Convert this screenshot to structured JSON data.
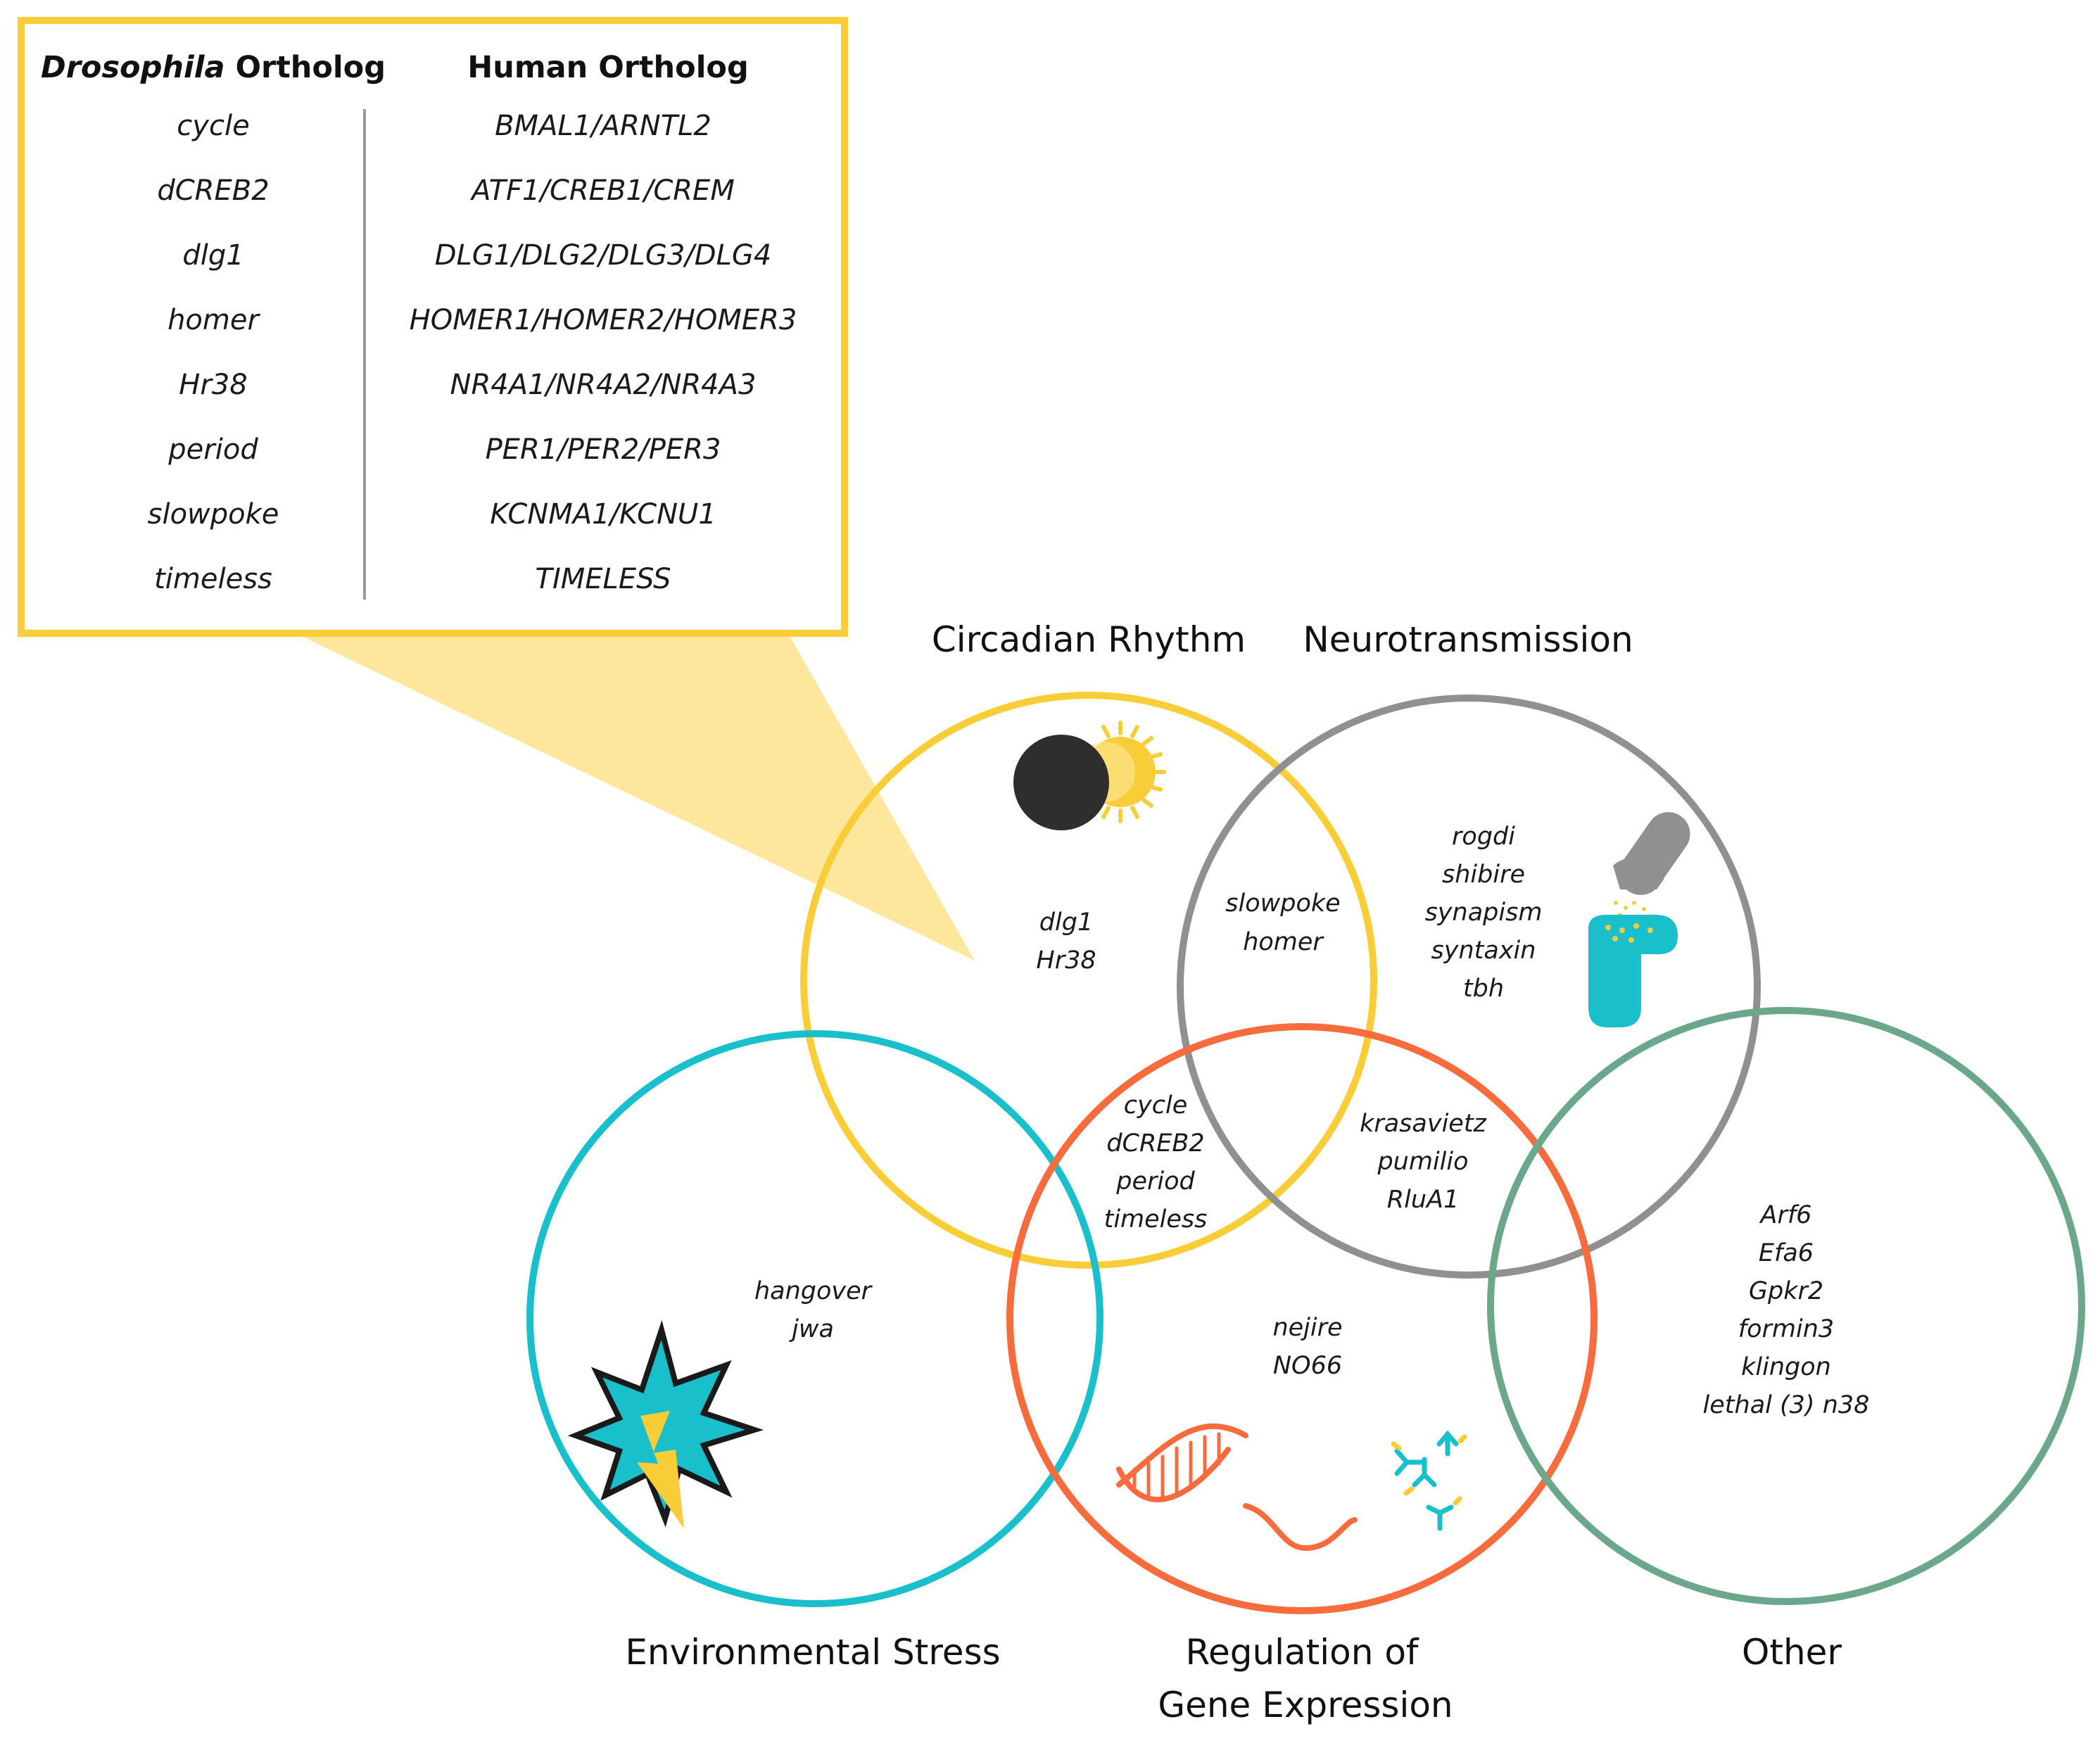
{
  "ortholog_table": {
    "header_drosophila_italic": "Drosophila",
    "header_drosophila_rest": " Ortholog",
    "header_human": "Human Ortholog",
    "rows": [
      {
        "fly": "cycle",
        "human": "BMAL1/ARNTL2"
      },
      {
        "fly": "dCREB2",
        "human": "ATF1/CREB1/CREM"
      },
      {
        "fly": "dlg1",
        "human": "DLG1/DLG2/DLG3/DLG4"
      },
      {
        "fly": "homer",
        "human": "HOMER1/HOMER2/HOMER3"
      },
      {
        "fly": "Hr38",
        "human": "NR4A1/NR4A2/NR4A3"
      },
      {
        "fly": "period",
        "human": "PER1/PER2/PER3"
      },
      {
        "fly": "slowpoke",
        "human": "KCNMA1/KCNU1"
      },
      {
        "fly": "timeless",
        "human": "TIMELESS"
      }
    ]
  },
  "categories": {
    "circadian": "Circadian Rhythm",
    "neuro": "Neurotransmission",
    "env": "Environmental Stress",
    "gene_expr_line1": "Regulation of",
    "gene_expr_line2": "Gene Expression",
    "other": "Other"
  },
  "regions": {
    "circadian_only": [
      "dlg1",
      "Hr38"
    ],
    "circadian_neuro": [
      "slowpoke",
      "homer"
    ],
    "neuro_only": [
      "rogdi",
      "shibire",
      "synapism",
      "syntaxin",
      "tbh"
    ],
    "circadian_gene_expr": [
      "cycle",
      "dCREB2",
      "period",
      "timeless"
    ],
    "neuro_gene_expr": [
      "krasavietz",
      "pumilio",
      "RluA1"
    ],
    "env_only": [
      "hangover",
      "jwa"
    ],
    "gene_expr_only": [
      "nejire",
      "NO66"
    ],
    "other_only": [
      "Arf6",
      "Efa6",
      "Gpkr2",
      "formin3",
      "klingon",
      "lethal (3) n38"
    ]
  },
  "colors": {
    "circadian": "#f9cd37",
    "neuro": "#909090",
    "env": "#19bfca",
    "gene_expr": "#f86b3d",
    "other": "#6aa78b",
    "callout_fill": "#fde79c",
    "table_border": "#f9cd37"
  },
  "icons": [
    "eclipse-icon",
    "dropper-icon",
    "explosion-icon",
    "dna-icon",
    "rna-icon",
    "antibody-icon"
  ]
}
